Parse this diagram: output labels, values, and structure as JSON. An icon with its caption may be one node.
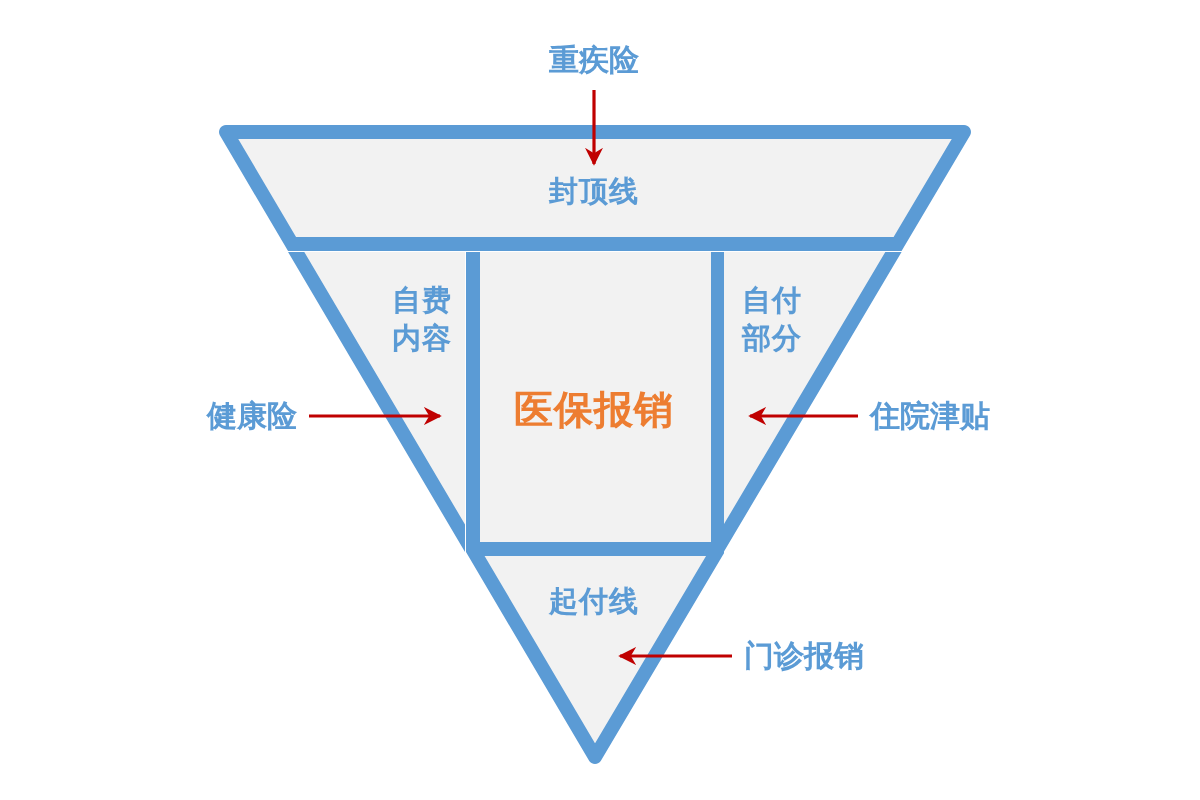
{
  "diagram": {
    "nodes": [
      {
        "text": [
          "重疾险"
        ]
      },
      {
        "text": [
          "封顶线"
        ]
      },
      {
        "text": [
          "健康险"
        ]
      },
      {
        "text": [
          "自费内容"
        ]
      },
      {
        "text": [
          "医保报销"
        ]
      },
      {
        "text": [
          "自付部分"
        ]
      },
      {
        "text": [
          "住院津贴"
        ]
      },
      {
        "text": [
          "起付线"
        ]
      },
      {
        "text": [
          "门诊报销"
        ]
      }
    ],
    "edges": [
      {
        "from": 0,
        "to": 1,
        "arrow": "to"
      },
      {
        "from": 2,
        "to": 3,
        "arrow": "to"
      },
      {
        "from": 6,
        "to": 5,
        "arrow": "to"
      },
      {
        "from": 8,
        "to": 7,
        "arrow": "to"
      }
    ]
  }
}
